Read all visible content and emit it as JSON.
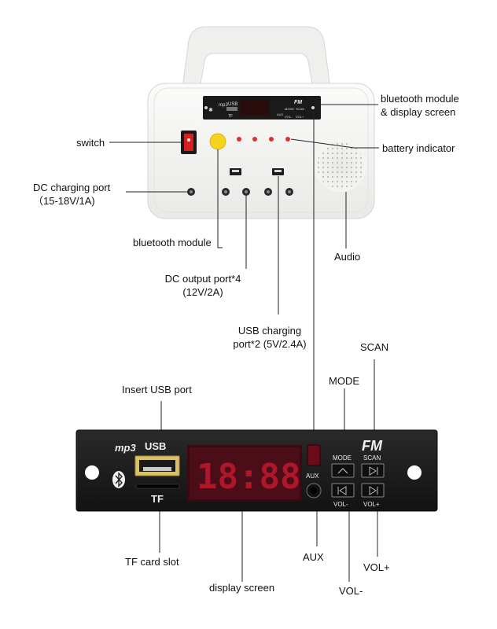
{
  "labels": {
    "bt_display": "bluetooth module\n& display screen",
    "switch": "switch",
    "battery": "battery indicator",
    "dc_charging": "DC charging port\n（15-18V/1A)",
    "bt_module": "bluetooth module",
    "audio": "Audio",
    "dc_output": "DC output port*4\n(12V/2A)",
    "usb_charging": "USB charging\nport*2 (5V/2.4A)",
    "scan": "SCAN",
    "mode": "MODE",
    "insert_usb": "Insert USB port",
    "tf_slot": "TF card slot",
    "display_screen": "display screen",
    "aux": "AUX",
    "vol_plus": "VOL+",
    "vol_minus": "VOL-"
  },
  "panel": {
    "mp3_logo": "mp3",
    "usb": "USB",
    "tf": "TF",
    "fm_logo": "FM",
    "digits": "18:88",
    "aux": "AUX",
    "mode": "MODE",
    "scan": "SCAN",
    "vol_minus": "VOL-",
    "vol_plus": "VOL+"
  },
  "device_panel": {
    "usb": "USB",
    "tf": "TF",
    "fm": "FM",
    "mode": "MODE",
    "scan": "SCAN",
    "aux": "AUX",
    "vol_minus": "VOL-",
    "vol_plus": "VOL+"
  },
  "icons": [
    "bluetooth-icon",
    "switch-icon",
    "speaker-grille-icon"
  ],
  "colors": {
    "device_body": "#f3f3f1",
    "panel_black": "#1b1b1b",
    "led_red": "#e03030",
    "switch_red": "#d42020",
    "button_yellow": "#f5d21e"
  }
}
